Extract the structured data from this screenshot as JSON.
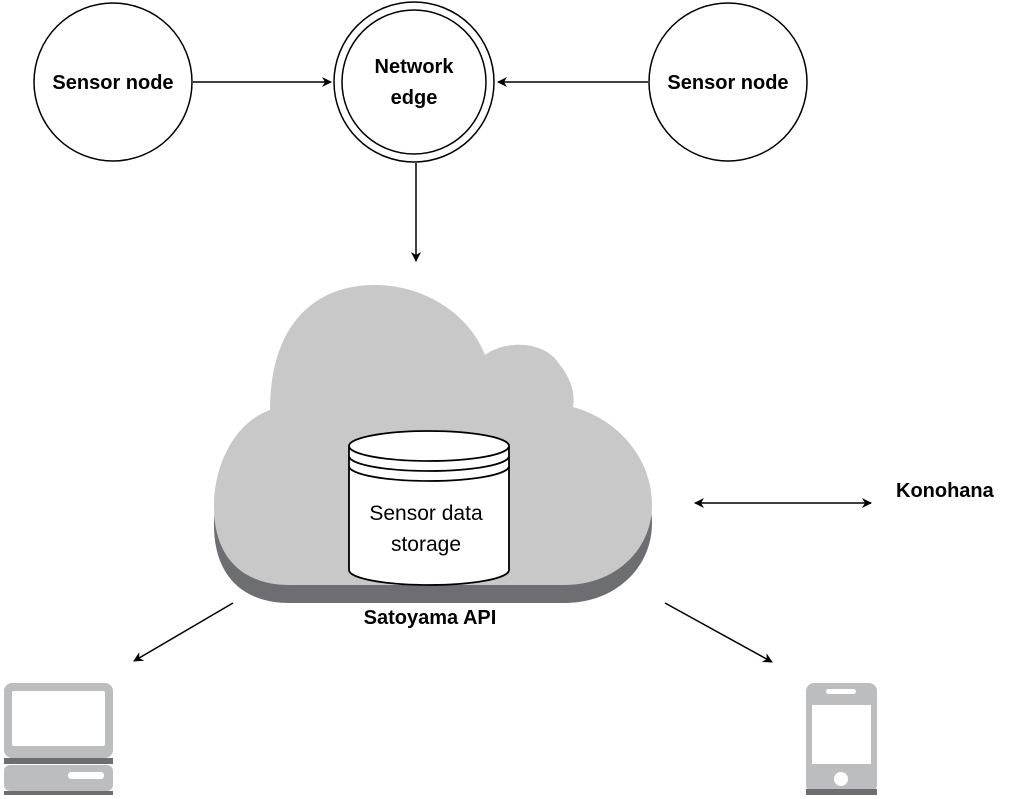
{
  "nodes": {
    "sensor_left": "Sensor node",
    "edge_line1": "Network",
    "edge_line2": "edge",
    "sensor_right": "Sensor node"
  },
  "cloud": {
    "storage_line1": "Sensor data",
    "storage_line2": "storage",
    "api_label": "Satoyama API"
  },
  "external": {
    "konohana": "Konohana"
  },
  "devices": {
    "left": "laptop-icon",
    "right": "smartphone-icon"
  },
  "colors": {
    "cloud_fill": "#c8c8c9",
    "cloud_shadow": "#6d6e71",
    "device_fill": "#bcbdbf",
    "device_dark": "#6d6e71",
    "stroke": "#000000"
  }
}
